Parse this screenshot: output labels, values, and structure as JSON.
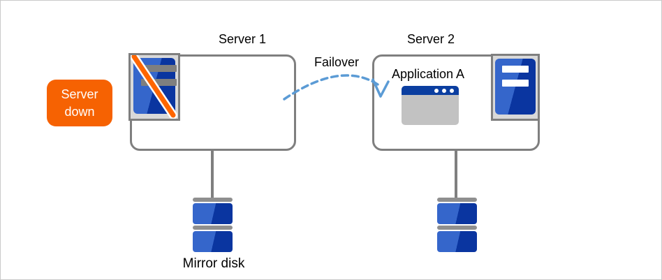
{
  "badge": {
    "label": "Server down"
  },
  "server1": {
    "title": "Server 1"
  },
  "server2": {
    "title": "Server 2",
    "application_label": "Application A"
  },
  "failover": {
    "label": "Failover"
  },
  "mirror_disk": {
    "label": "Mirror disk"
  },
  "colors": {
    "badge_orange": "#f66202",
    "slash_orange": "#ff6600",
    "blue_light": "#3566cb",
    "blue_dark": "#0a35a0",
    "titlebar_blue": "#0b3ea0",
    "arrow_blue": "#5b9bd5",
    "box_border": "#7f7f7f",
    "tile_bg": "#d9d9d9",
    "bar_gray": "#7f7f7f",
    "window_body": "#c2c2c2",
    "disk_cap": "#8f8f8f",
    "page_border": "#c9c9c9"
  }
}
